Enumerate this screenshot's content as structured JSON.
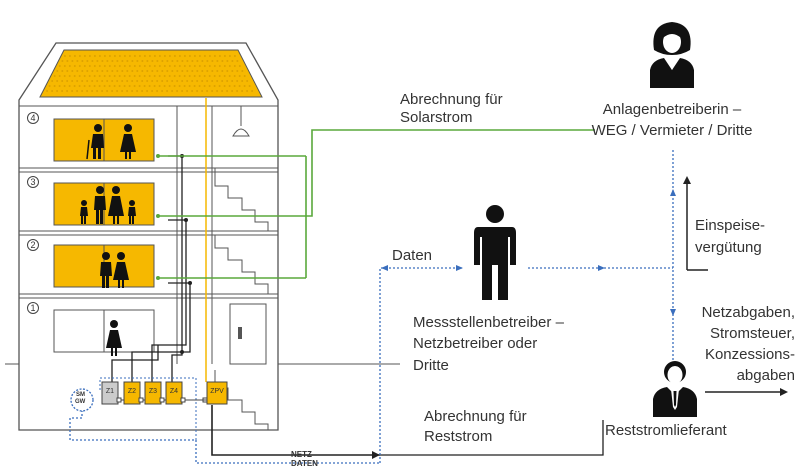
{
  "labels": {
    "billing_solar": [
      "Abrechnung für",
      "Solarstrom"
    ],
    "operator": [
      "Anlagenbetreiberin –",
      "WEG / Vermieter / Dritte"
    ],
    "feed_in": [
      "Einspeise-",
      "vergütung"
    ],
    "data": "Daten",
    "msb": [
      "Messstellenbetreiber –",
      "Netzbetreiber oder",
      "Dritte"
    ],
    "fees": [
      "Netzabgaben,",
      "Stromsteuer,",
      "Konzessions-",
      "abgaben"
    ],
    "billing_rest": [
      "Abrechnung für",
      "Reststrom"
    ],
    "supplier": "Reststromlieferant",
    "grid": "NETZ",
    "data_line": "DATEN",
    "smgw": [
      "SM",
      "GW"
    ],
    "floors": [
      "4",
      "3",
      "2",
      "1"
    ],
    "meters": [
      "Z1",
      "Z2",
      "Z3",
      "Z4",
      "ZPV"
    ]
  },
  "colors": {
    "solar_yellow": "#f6b800",
    "green_line": "#5aa83c",
    "blue_dotted": "#3a6ebd",
    "dark_line": "#222222",
    "outline": "#555555"
  }
}
